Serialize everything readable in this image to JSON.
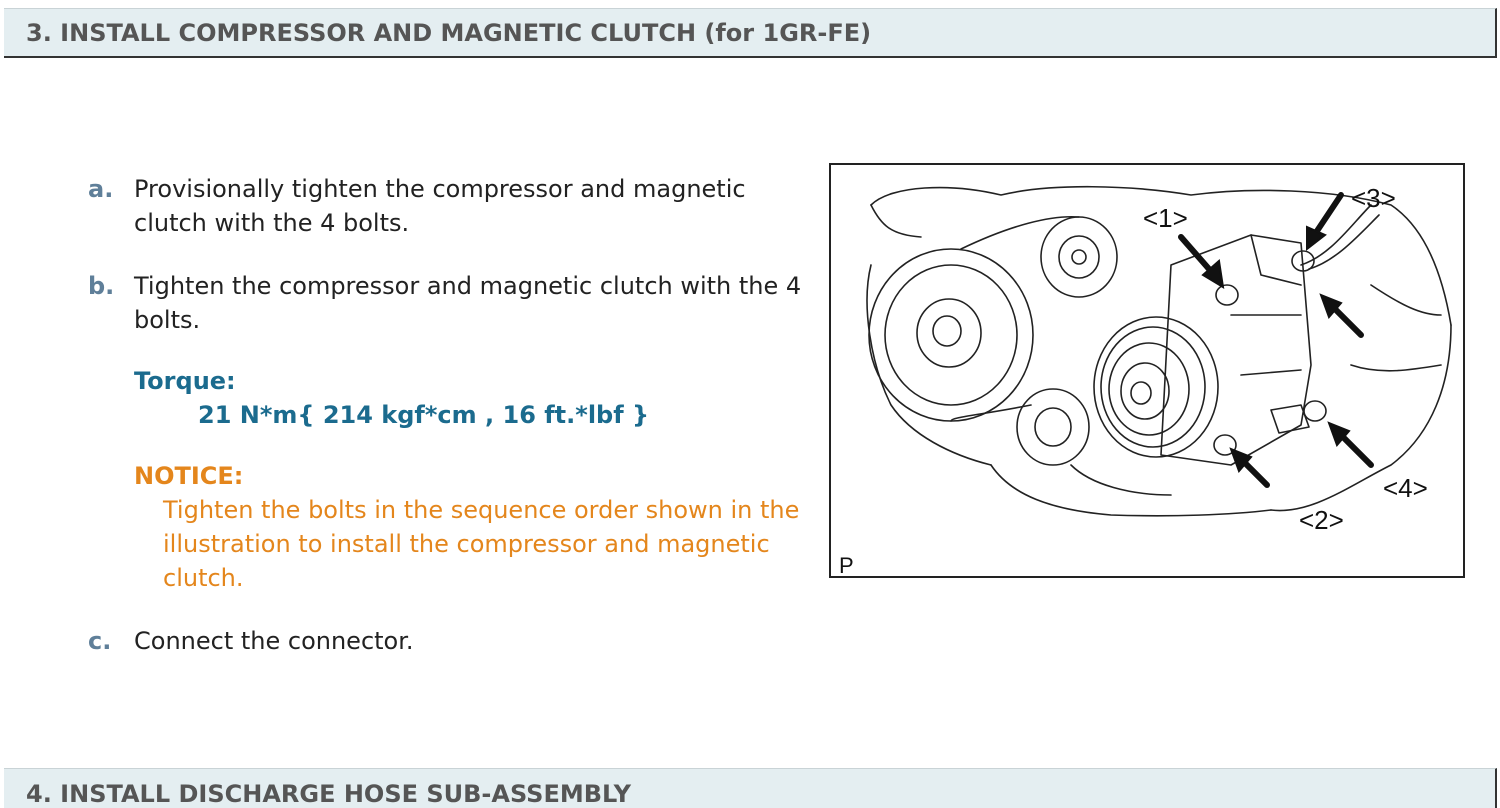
{
  "sections": [
    {
      "title": "3. INSTALL COMPRESSOR AND MAGNETIC CLUTCH (for 1GR-FE)"
    },
    {
      "title": "4. INSTALL DISCHARGE HOSE SUB-ASSEMBLY"
    }
  ],
  "steps": {
    "a": {
      "letter": "a.",
      "text": "Provisionally tighten the compressor and magnetic clutch with the 4 bolts."
    },
    "b": {
      "letter": "b.",
      "text": "Tighten the compressor and magnetic clutch with the 4 bolts."
    },
    "c": {
      "letter": "c.",
      "text": "Connect the connector."
    }
  },
  "torque": {
    "label": "Torque:",
    "value": "21 N*m{ 214 kgf*cm , 16 ft.*lbf }"
  },
  "notice": {
    "label": "NOTICE:",
    "text": "Tighten the bolts in the sequence order shown in the illustration to install the compressor and magnetic clutch."
  },
  "illustration": {
    "callouts": [
      "<1>",
      "<2>",
      "<3>",
      "<4>"
    ],
    "corner_mark": "P"
  },
  "colors": {
    "header_bg": "#e4eef1",
    "header_text": "#555555",
    "step_letter": "#5f7f99",
    "torque": "#1b6b8e",
    "notice": "#e4861c"
  }
}
